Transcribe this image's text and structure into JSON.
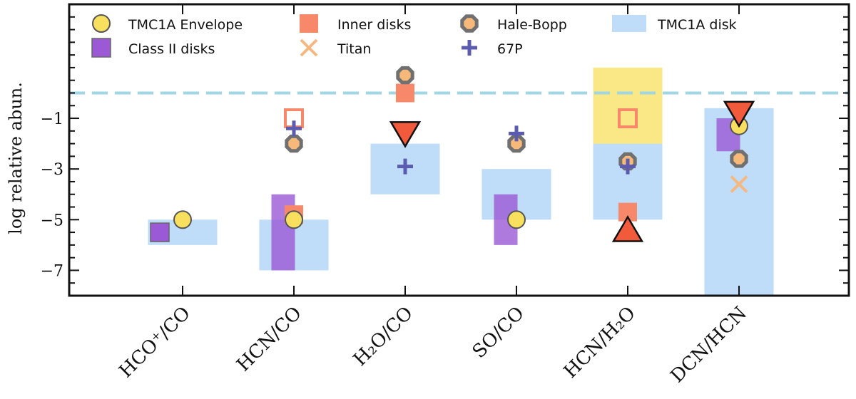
{
  "chart_data": {
    "type": "scatter",
    "ylabel": "log relative abun.",
    "ylim": [
      -8,
      3.5
    ],
    "yticks": [
      -7,
      -5,
      -3,
      -1
    ],
    "ytick_labels": [
      "−7",
      "−5",
      "−3",
      "−1"
    ],
    "categories": [
      "HCO⁺/CO",
      "HCN/CO",
      "H₂O/CO",
      "SO/CO",
      "HCN/H₂O",
      "DCN/HCN"
    ],
    "reference_line": 0.0,
    "legend": {
      "placement": "top",
      "entries": [
        {
          "key": "tmc1a_envelope",
          "label": "TMC1A Envelope"
        },
        {
          "key": "class2_disks",
          "label": "Class II disks"
        },
        {
          "key": "inner_disks",
          "label": "Inner disks"
        },
        {
          "key": "titan",
          "label": "Titan"
        },
        {
          "key": "hale_bopp",
          "label": "Hale-Bopp"
        },
        {
          "key": "p67",
          "label": "67P"
        },
        {
          "key": "tmc1a_disk",
          "label": "TMC1A disk"
        }
      ]
    },
    "colors": {
      "envelope": "#f8e05e",
      "class2": "#9b59d6",
      "inner": "#f7896a",
      "titan": "#f4b880",
      "halebopp_fill": "#f6b97a",
      "halebopp_edge": "#707070",
      "p67": "#5b5bb0",
      "disk": "#a9d1f5",
      "triangle": "#f25a3c",
      "refline": "#9fd6e3"
    },
    "disk_ranges": [
      {
        "category": 0,
        "low": -6,
        "high": -5
      },
      {
        "category": 1,
        "low": -7,
        "high": -5
      },
      {
        "category": 2,
        "low": -4,
        "high": -2
      },
      {
        "category": 3,
        "low": -5,
        "high": -3
      },
      {
        "category": 4,
        "low": -5,
        "high": -2
      },
      {
        "category": 5,
        "low": -8,
        "high": -0.6
      }
    ],
    "envelope_ranges": [
      {
        "category": 4,
        "low": -2,
        "high": 1
      }
    ],
    "class2_ranges": [
      {
        "category": 1,
        "low": -7,
        "high": -4
      },
      {
        "category": 3,
        "low": -6,
        "high": -4
      },
      {
        "category": 5,
        "low": -2.3,
        "high": -1
      }
    ],
    "envelope_points": [
      {
        "category": 0,
        "y": -5
      },
      {
        "category": 1,
        "y": -5
      },
      {
        "category": 3,
        "y": -5
      },
      {
        "category": 5,
        "y": -1.3
      }
    ],
    "class2_points": [
      {
        "category": 0,
        "y": -5.5
      }
    ],
    "inner_filled": [
      {
        "category": 1,
        "y": -4.8
      },
      {
        "category": 2,
        "y": 0
      },
      {
        "category": 4,
        "y": -4.7
      }
    ],
    "inner_open": [
      {
        "category": 1,
        "y": -1
      },
      {
        "category": 4,
        "y": -1
      }
    ],
    "titan_points": [
      {
        "category": 5,
        "y": -3.6
      }
    ],
    "halebopp_points": [
      {
        "category": 1,
        "y": -2
      },
      {
        "category": 2,
        "y": 0.7
      },
      {
        "category": 3,
        "y": -2
      },
      {
        "category": 4,
        "y": -2.7
      },
      {
        "category": 5,
        "y": -2.6
      }
    ],
    "p67_points": [
      {
        "category": 1,
        "y": -1.4
      },
      {
        "category": 2,
        "y": -2.9
      },
      {
        "category": 3,
        "y": -1.6
      },
      {
        "category": 4,
        "y": -2.9
      }
    ],
    "upper_limits": [
      {
        "category": 2,
        "y": -1.6
      },
      {
        "category": 5,
        "y": -0.8
      }
    ],
    "lower_limits": [
      {
        "category": 4,
        "y": -5.4
      }
    ]
  }
}
